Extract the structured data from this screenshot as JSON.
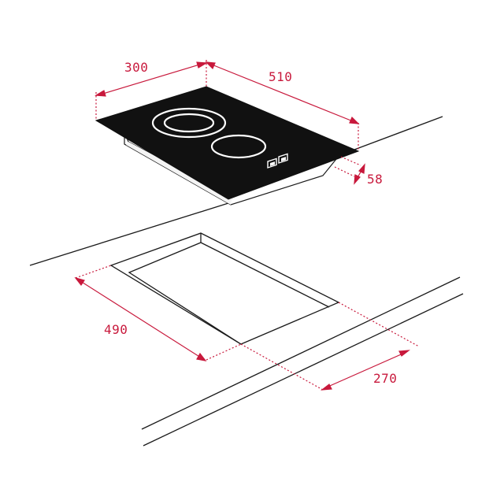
{
  "colors": {
    "line": "#1a1a1a",
    "dimension": "#c8193c",
    "glass": "#111111",
    "zone_ring": "#ffffff",
    "background": "#ffffff"
  },
  "dimensions": {
    "width": "300",
    "length": "510",
    "height": "58",
    "cutout_length": "490",
    "cutout_width": "270"
  },
  "icons": {
    "control_left": "touch-control-icon",
    "control_right": "touch-control-icon"
  }
}
